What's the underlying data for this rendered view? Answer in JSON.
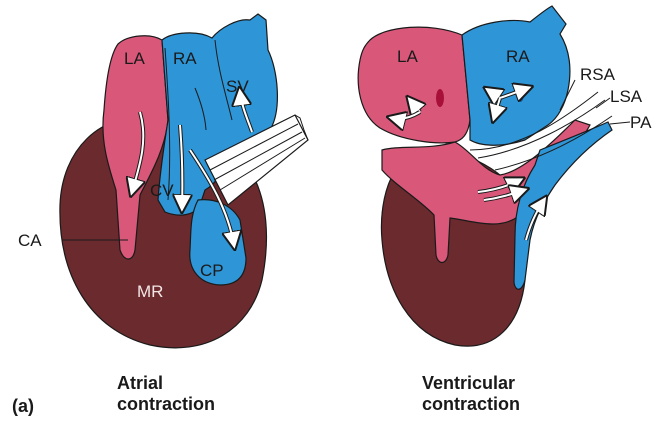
{
  "colors": {
    "atrium_left": "#d9587a",
    "atrium_right": "#2e95d6",
    "ventricle_muscle": "#6b2a2d",
    "outline": "#1a1a1a",
    "arrow": "#ffffff"
  },
  "panel_label": "(a)",
  "left_heart": {
    "labels": {
      "la": "LA",
      "ra": "RA",
      "sv": "SV",
      "cv": "CV",
      "ca": "CA",
      "mr": "MR",
      "cp": "CP"
    },
    "caption_line1": "Atrial",
    "caption_line2": "contraction"
  },
  "right_heart": {
    "labels": {
      "la": "LA",
      "ra": "RA",
      "rsa": "RSA",
      "lsa": "LSA",
      "pa": "PA"
    },
    "caption_line1": "Ventricular",
    "caption_line2": "contraction"
  }
}
